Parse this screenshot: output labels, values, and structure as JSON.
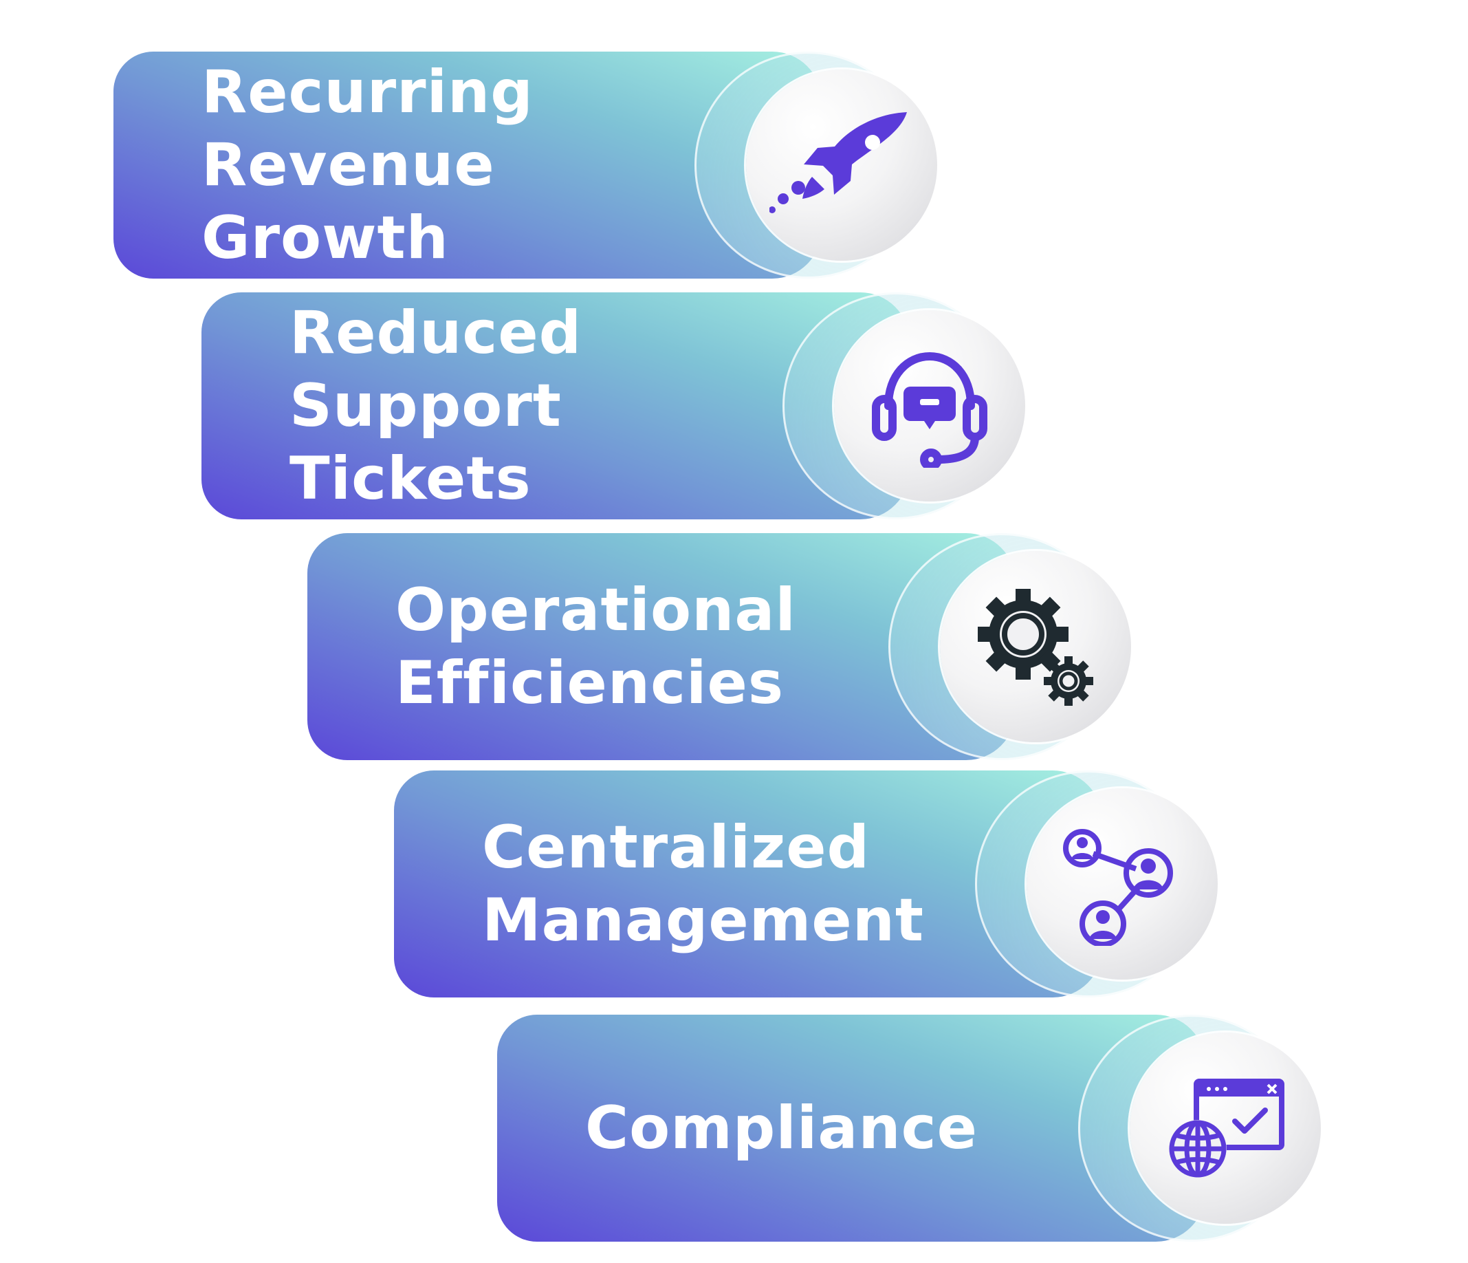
{
  "diagram": {
    "accent_color": "#5b3bd9",
    "steps": [
      {
        "lines": [
          "Recurring",
          "Revenue",
          "Growth"
        ],
        "icon": "rocket-icon"
      },
      {
        "lines": [
          "Reduced",
          "Support",
          "Tickets"
        ],
        "icon": "headset-icon"
      },
      {
        "lines": [
          "Operational",
          "Efficiencies"
        ],
        "icon": "gears-icon"
      },
      {
        "lines": [
          "Centralized",
          "Management"
        ],
        "icon": "network-users-icon"
      },
      {
        "lines": [
          "Compliance"
        ],
        "icon": "globe-check-icon"
      }
    ]
  }
}
